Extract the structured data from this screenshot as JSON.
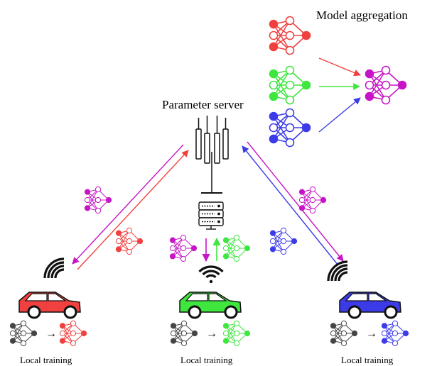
{
  "labels": {
    "model_aggregation": "Model aggregation",
    "parameter_server": "Parameter server",
    "local_training_left": "Local training",
    "local_training_center": "Local training",
    "local_training_right": "Local training",
    "arrow_symbol": "→"
  },
  "colors": {
    "red": "#f0403f",
    "green": "#3ee63e",
    "blue": "#3b3be8",
    "magenta": "#c614c6",
    "gray": "#454545",
    "black": "#111111"
  },
  "icons": {
    "tower": "radio-tower-icon",
    "server": "server-rack-icon",
    "car": "car-icon",
    "wifi": "wifi-signal-icon",
    "network": "neural-network-icon"
  }
}
